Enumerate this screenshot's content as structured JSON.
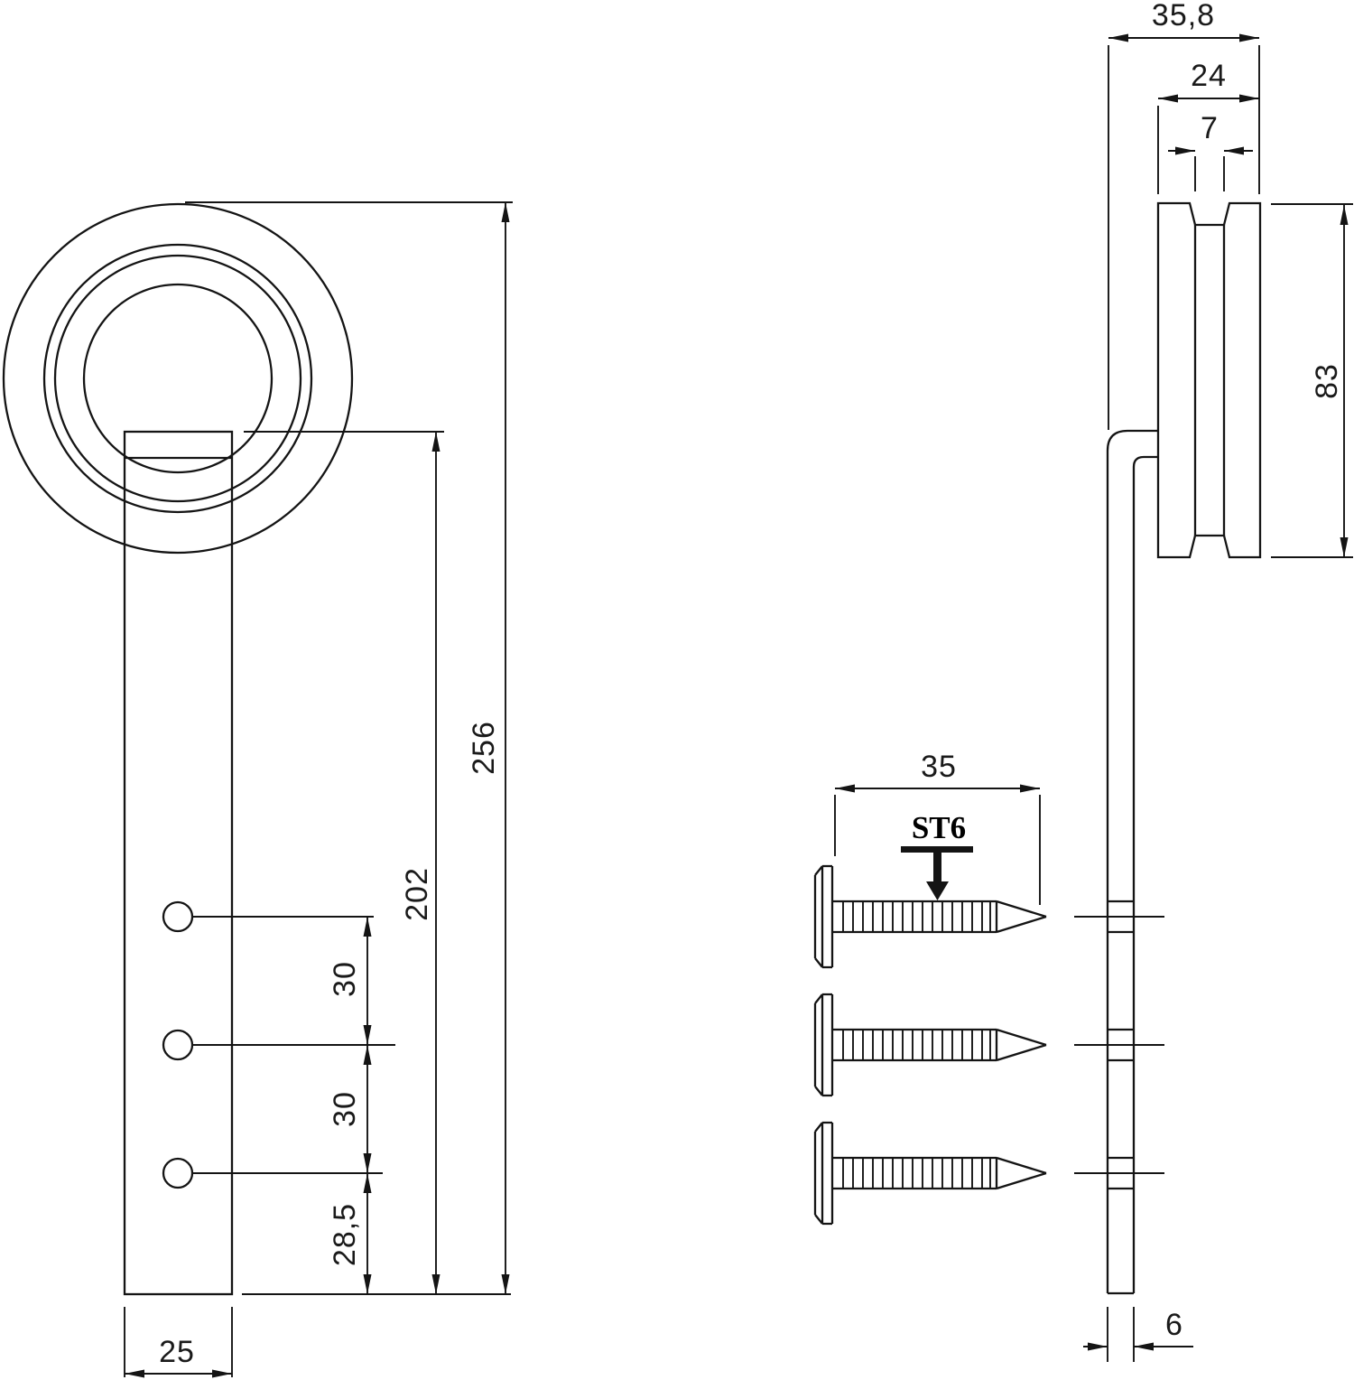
{
  "page": {
    "background": "#ffffff",
    "line_color": "#141414",
    "type_label": "ST6"
  },
  "front_view": {
    "dim_overall_height": "256",
    "dim_strap_length": "202",
    "dim_hole_spacing_top": "30",
    "dim_hole_spacing_bottom": "30",
    "dim_hole_to_bottom": "28,5",
    "dim_strap_width": "25"
  },
  "side_view": {
    "dim_total_depth": "35,8",
    "dim_wheel_thickness": "24",
    "dim_groove_width": "7",
    "dim_wheel_diameter": "83",
    "dim_strap_thickness": "6"
  },
  "screws": {
    "dim_length": "35",
    "label_type": "ST6"
  }
}
